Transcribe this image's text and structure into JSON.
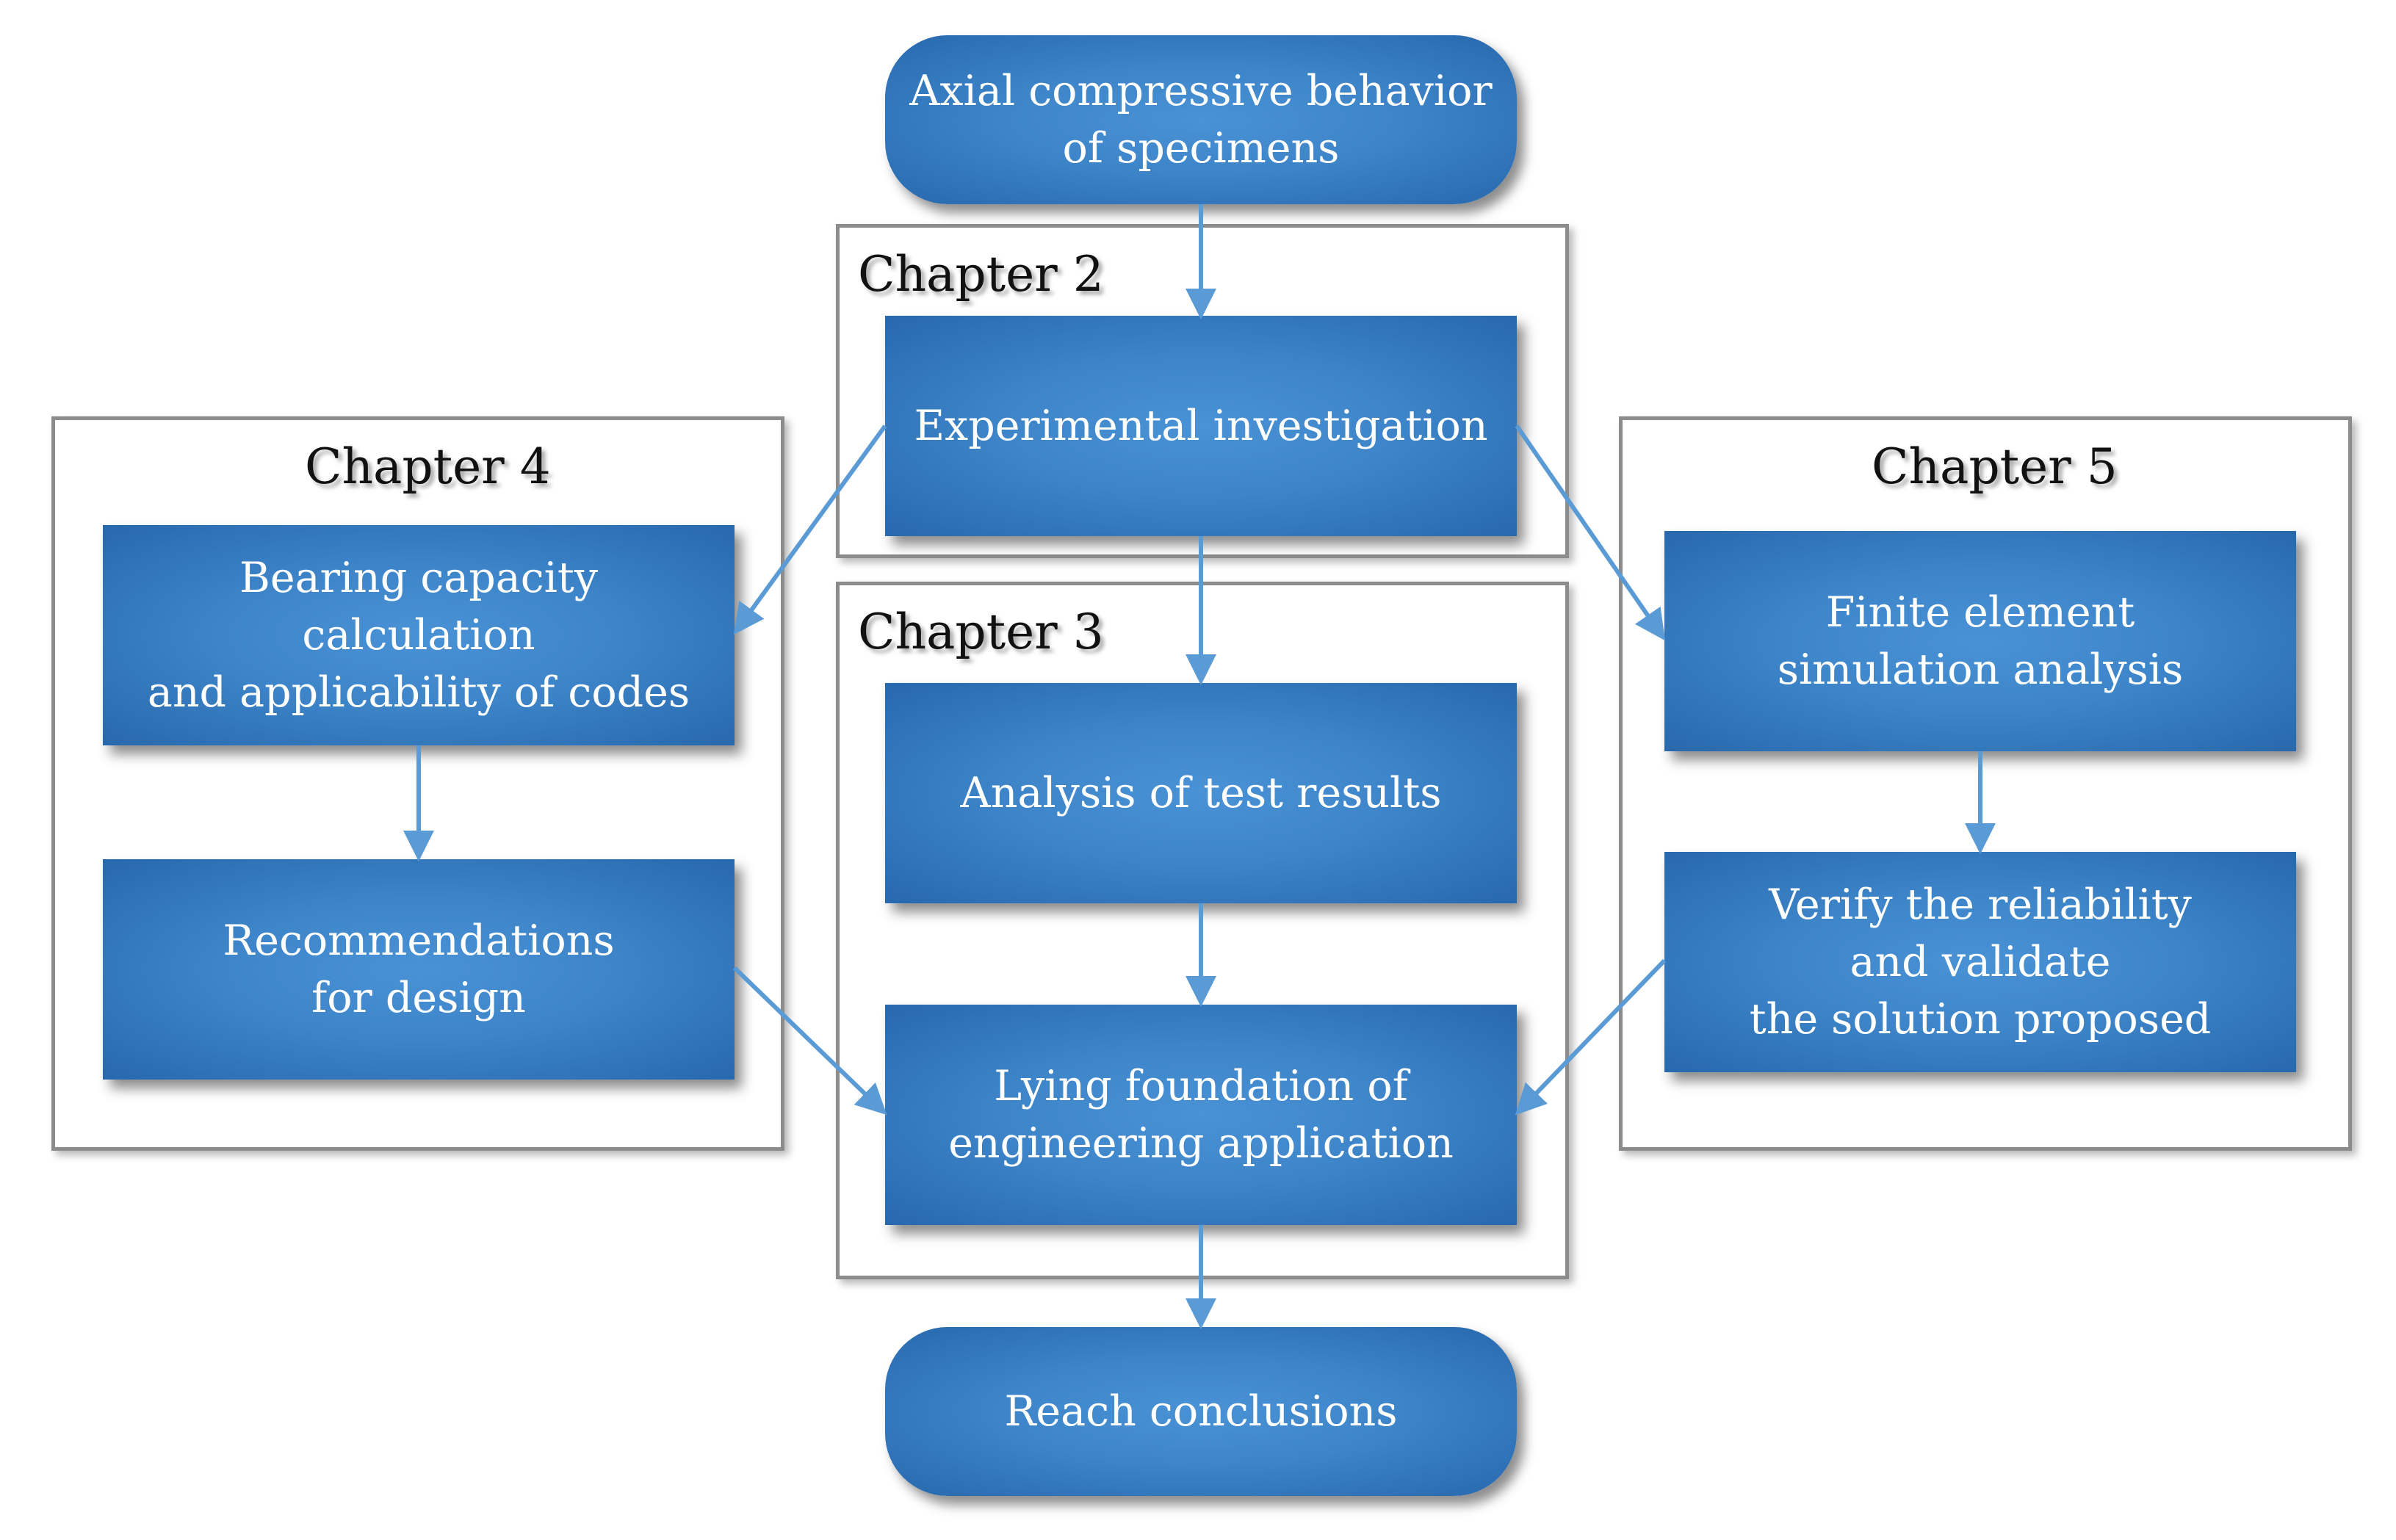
{
  "diagram": {
    "start_node": [
      "Axial compressive behavior",
      "of specimens"
    ],
    "end_node": [
      "Reach conclusions"
    ],
    "chapter2": {
      "label": "Chapter 2",
      "boxes": [
        [
          "Experimental investigation"
        ]
      ]
    },
    "chapter3": {
      "label": "Chapter 3",
      "boxes": [
        [
          "Analysis of test results"
        ],
        [
          "Lying foundation of",
          "engineering application"
        ]
      ]
    },
    "chapter4": {
      "label": "Chapter 4",
      "boxes": [
        [
          "Bearing capacity calculation",
          "and applicability of codes"
        ],
        [
          "Recommendations",
          "for design"
        ]
      ]
    },
    "chapter5": {
      "label": "Chapter 5",
      "boxes": [
        [
          "Finite element",
          "simulation analysis"
        ],
        [
          "Verify the reliability",
          "and validate",
          "the solution proposed"
        ]
      ]
    },
    "colors": {
      "box_fill": "#3d84c8",
      "box_text": "#ffffff",
      "arrow": "#5b9bd5",
      "frame_border": "#8c8c8c"
    }
  }
}
